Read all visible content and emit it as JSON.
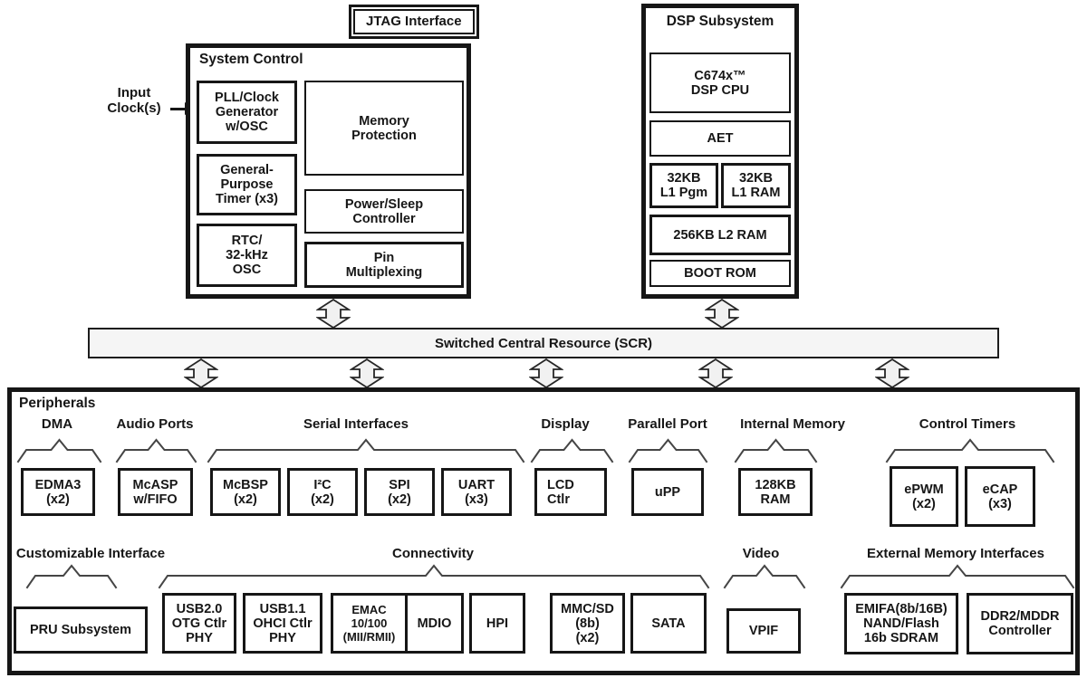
{
  "jtag_label": "JTAG Interface",
  "input_clock_label": "Input\nClock(s)",
  "scr_label": "Switched Central Resource (SCR)",
  "system_control": {
    "title": "System Control",
    "blocks": {
      "pll": "PLL/Clock\nGenerator\nw/OSC",
      "memory_protection": "Memory\nProtection",
      "gp_timer": "General-\nPurpose\nTimer (x3)",
      "power_sleep": "Power/Sleep\nController",
      "rtc": "RTC/\n32-kHz\nOSC",
      "pin_mux": "Pin\nMultiplexing"
    }
  },
  "dsp": {
    "title": "DSP Subsystem",
    "blocks": {
      "cpu": "C674x™\nDSP CPU",
      "aet": "AET",
      "l1pgm": "32KB\nL1 Pgm",
      "l1ram": "32KB\nL1 RAM",
      "l2ram": "256KB L2 RAM",
      "bootrom": "BOOT ROM"
    }
  },
  "peripherals": {
    "title": "Peripherals",
    "groups": {
      "dma": "DMA",
      "audio": "Audio Ports",
      "serial": "Serial Interfaces",
      "display": "Display",
      "parallel": "Parallel Port",
      "internal_memory": "Internal Memory",
      "control_timers": "Control Timers",
      "customizable": "Customizable Interface",
      "connectivity": "Connectivity",
      "video": "Video",
      "ext_mem": "External Memory Interfaces"
    },
    "blocks": {
      "edma3": "EDMA3\n(x2)",
      "mcasp": "McASP\nw/FIFO",
      "mcbsp": "McBSP\n(x2)",
      "i2c": "I²C\n(x2)",
      "spi": "SPI\n(x2)",
      "uart": "UART\n(x3)",
      "lcd": "LCD\nCtlr",
      "upp": "uPP",
      "ram128": "128KB\nRAM",
      "epwm": "ePWM\n(x2)",
      "ecap": "eCAP\n(x3)",
      "pru": "PRU Subsystem",
      "usb20": "USB2.0\nOTG Ctlr\nPHY",
      "usb11": "USB1.1\nOHCI Ctlr\nPHY",
      "emac": "EMAC\n10/100\n(MII/RMII)",
      "mdio": "MDIO",
      "hpi": "HPI",
      "mmcsd": "MMC/SD\n(8b)\n(x2)",
      "sata": "SATA",
      "vpif": "VPIF",
      "emifa": "EMIFA(8b/16B)\nNAND/Flash\n16b SDRAM",
      "ddr2": "DDR2/MDDR\nController"
    }
  },
  "colors": {
    "line": "#161616",
    "scr_fill": "#f5f5f5",
    "arrow_fill": "#f1f1f1"
  }
}
